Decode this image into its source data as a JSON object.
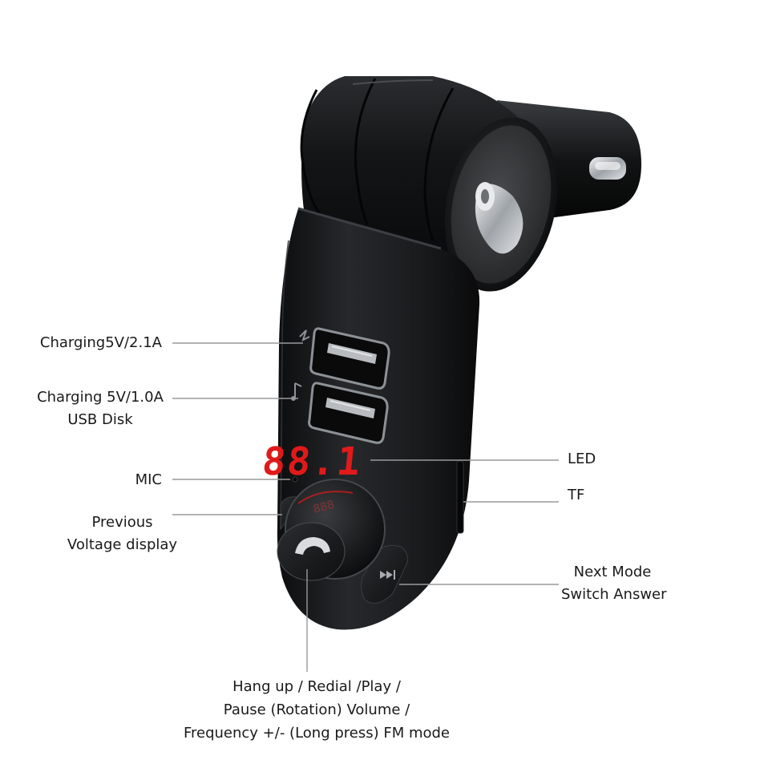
{
  "callouts": {
    "usb1": {
      "lines": [
        "Charging5V/2.1A"
      ]
    },
    "usb2": {
      "lines": [
        "Charging 5V/1.0A",
        "USB Disk"
      ]
    },
    "mic": {
      "lines": [
        "MIC"
      ]
    },
    "previous": {
      "lines": [
        "Previous",
        "Voltage display"
      ]
    },
    "led": {
      "lines": [
        "LED"
      ]
    },
    "tf": {
      "lines": [
        "TF"
      ]
    },
    "next": {
      "lines": [
        "Next Mode",
        "Switch Answer"
      ]
    },
    "knob": {
      "lines": [
        "Hang up / Redial /Play /",
        "Pause (Rotation) Volume /",
        "Frequency +/- (Long press) FM mode"
      ]
    }
  },
  "display": {
    "digits": "88.1"
  },
  "colors": {
    "body": "#1b1c1e",
    "led": "#e01a1a",
    "leader": "#9a9a9a",
    "text": "#1a1a1a",
    "chrome": "#c9ccd0"
  }
}
